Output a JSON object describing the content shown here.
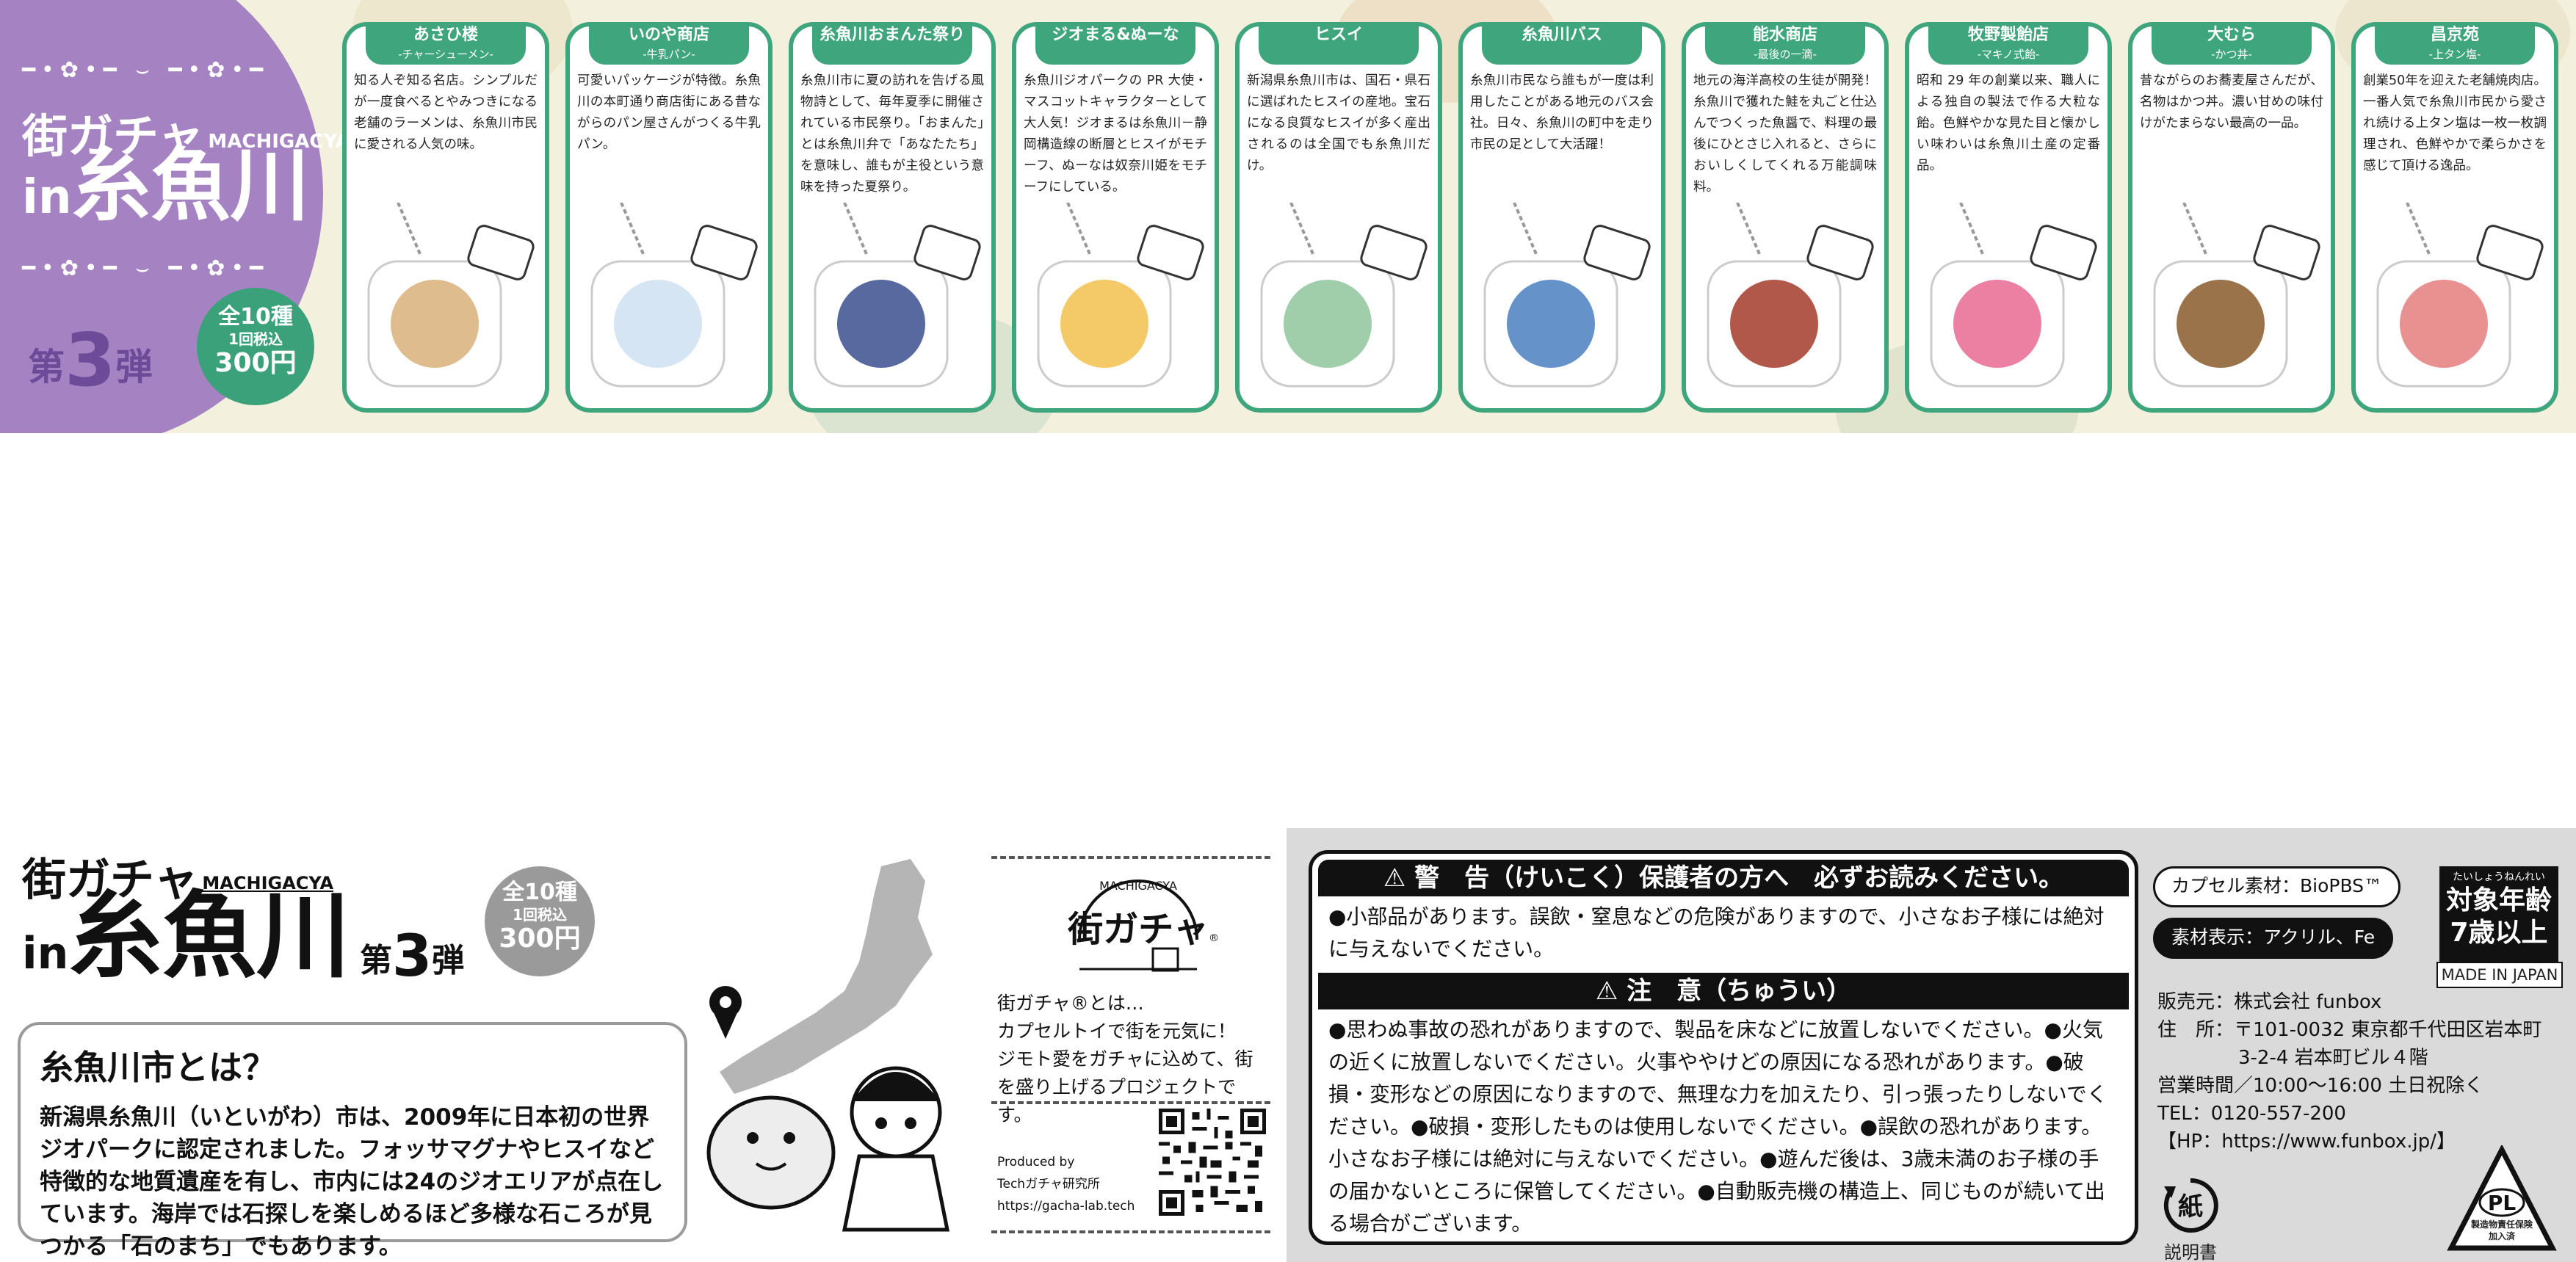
{
  "top": {
    "brand": {
      "ornament": "━•✿•━ ⌣ ━•✿•━",
      "title_line1": "街ガチャ",
      "title_latin": "MACHIGACYA",
      "title_in": "in",
      "title_city": "糸魚川",
      "volume_prefix": "第",
      "volume_number": "3",
      "volume_suffix": "弾",
      "badge": {
        "line1": "全10種",
        "line2": "1回税込",
        "line3": "300円"
      }
    },
    "cards": [
      {
        "name": "あさひ楼",
        "sub": "-チャーシューメン-",
        "desc": "知る人ぞ知る名店。シンプルだが一度食べるとやみつきになる老舗のラーメンは、糸魚川市民に愛される人気の味。",
        "image_icon": "ramen-keychain-icon"
      },
      {
        "name": "いのや商店",
        "sub": "-牛乳パン-",
        "desc": "可愛いパッケージが特徴。糸魚川の本町通り商店街にある昔ながらのパン屋さんがつくる牛乳パン。",
        "image_icon": "milk-bread-keychain-icon"
      },
      {
        "name": "糸魚川おまんた祭り",
        "sub": "",
        "desc": "糸魚川市に夏の訪れを告げる風物詩として、毎年夏季に開催されている市民祭り。「おまんた」とは糸魚川弁で「あなたたち」を意味し、誰もが主役という意味を持った夏祭り。",
        "image_icon": "happi-coat-keychain-icon"
      },
      {
        "name": "ジオまる&ぬーな",
        "sub": "",
        "desc": "糸魚川ジオパークの PR 大使・マスコットキャラクターとして大人気！ジオまるは糸魚川－静岡構造線の断層とヒスイがモチーフ、ぬーなは奴奈川姫をモチーフにしている。",
        "image_icon": "mascot-keychain-icon"
      },
      {
        "name": "ヒスイ",
        "sub": "",
        "desc": "新潟県糸魚川市は、国石・県石に選ばれたヒスイの産地。宝石になる良質なヒスイが多く産出されるのは全国でも糸魚川だけ。",
        "image_icon": "jade-keychain-icon"
      },
      {
        "name": "糸魚川バス",
        "sub": "",
        "desc": "糸魚川市民なら誰もが一度は利用したことがある地元のバス会社。日々、糸魚川の町中を走り市民の足として大活躍！",
        "image_icon": "bus-keychain-icon"
      },
      {
        "name": "能水商店",
        "sub": "-最後の一滴-",
        "desc": "地元の海洋高校の生徒が開発！糸魚川で獲れた鮭を丸ごと仕込んでつくった魚醤で、料理の最後にひとさじ入れると、さらにおいしくしてくれる万能調味料。",
        "image_icon": "fish-sauce-keychain-icon"
      },
      {
        "name": "牧野製飴店",
        "sub": "-マキノ式飴-",
        "desc": "昭和 29 年の創業以来、職人による独自の製法で作る大粒な飴。色鮮やかな見た目と懐かしい味わいは糸魚川土産の定番品。",
        "image_icon": "candy-keychain-icon"
      },
      {
        "name": "大むら",
        "sub": "-かつ丼-",
        "desc": "昔ながらのお蕎麦屋さんだが、名物はかつ丼。濃い甘めの味付けがたまらない最高の一品。",
        "image_icon": "katsudon-keychain-icon"
      },
      {
        "name": "昌京苑",
        "sub": "-上タン塩-",
        "desc": "創業50年を迎えた老舗焼肉店。一番人気で糸魚川市民から愛され続ける上タン塩は一枚一枚調理され、色鮮やかで柔らかさを感じて頂ける逸品。",
        "image_icon": "beef-tongue-keychain-icon"
      }
    ]
  },
  "bottom_left": {
    "title_line1": "街ガチャ",
    "title_latin": "MACHIGACYA",
    "title_in": "in",
    "title_city": "糸魚川",
    "volume_prefix": "第",
    "volume_number": "3",
    "volume_suffix": "弾",
    "badge": {
      "line1": "全10種",
      "line2": "1回税込",
      "line3": "300円"
    },
    "about_heading": "糸魚川市とは？",
    "about_text": "新潟県糸魚川（いといがわ）市は、2009年に日本初の世界ジオパークに認定されました。フォッサマグナやヒスイなど特徴的な地質遺産を有し、市内には24のジオエリアが点在しています。海岸では石探しを楽しめるほど多様な石ころが見つかる「石のまち」でもあります。"
  },
  "bottom_mid": {
    "logo_latin": "MACHIGACYA",
    "logo_text": "街ガチャ",
    "logo_mark": "®",
    "project_text": "街ガチャ®とは…\nカプセルトイで街を元気に！\nジモト愛をガチャに込めて、街を盛り上げるプロジェクトです。",
    "produced_by": "Produced by\nTechガチャ研究所\nhttps://gacha-lab.tech"
  },
  "bottom_right": {
    "warning_title": "⚠ 警　告（けいこく）保護者の方へ　必ずお読みください。",
    "warning_text": "●小部品があります。誤飲・窒息などの危険がありますので、小さなお子様には絶対に与えないでください。",
    "caution_title": "⚠ 注　意（ちゅうい）",
    "caution_text": "●思わぬ事故の恐れがありますので、製品を床などに放置しないでください。●火気の近くに放置しないでください。火事ややけどの原因になる恐れがあります。●破損・変形などの原因になりますので、無理な力を加えたり、引っ張ったりしないでください。●破損・変形したものは使用しないでください。●誤飲の恐れがあります。小さなお子様には絶対に与えないでください。●遊んだ後は、3歳未満のお子様の手の届かないところに保管してください。●自動販売機の構造上、同じものが続いて出る場合がございます。",
    "capsule_material": "カプセル素材：BioPBS™",
    "material_label": "素材表示：アクリル、Fe",
    "age_small": "たいしょうねんれい",
    "age_label": "対象年齢",
    "age_value": "7歳以上",
    "made_in": "MADE IN JAPAN",
    "seller": "販売元：株式会社 funbox",
    "address1": "住　所：〒101-0032 東京都千代田区岩本町",
    "address2": "3-2-4 岩本町ビル４階",
    "hours": "営業時間／10:00〜16:00 土日祝除く",
    "tel": "TEL：0120-557-200",
    "hp": "【HP：https://www.funbox.jp/】",
    "recycle_mark": "紙",
    "recycle_label": "説明書",
    "pl_mark": "PL",
    "pl_label": "製造物責任保険加入済"
  }
}
